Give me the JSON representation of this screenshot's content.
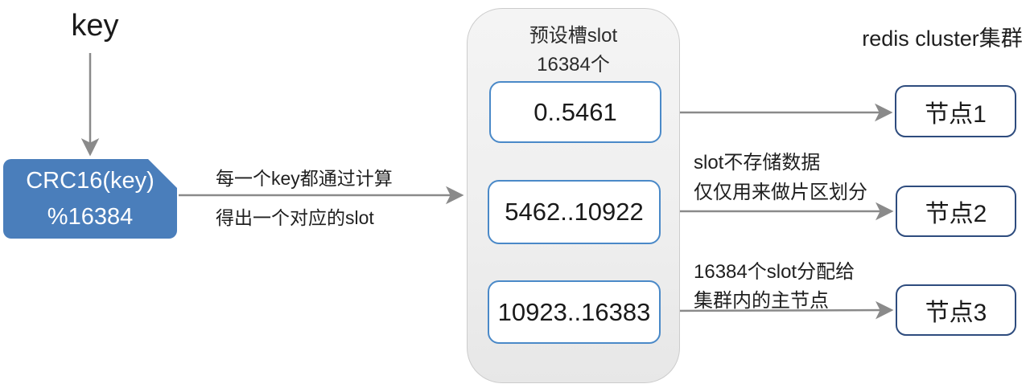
{
  "diagram": {
    "key_label": "key",
    "crc_box": {
      "line1": "CRC16(key)",
      "line2": "%16384"
    },
    "flow_note": {
      "line1": "每一个key都通过计算",
      "line2": "得出一个对应的slot"
    },
    "slot_container": {
      "title_line1": "预设槽slot",
      "title_line2": "16384个",
      "slots": [
        "0..5461",
        "5462..10922",
        "10923..16383"
      ]
    },
    "cluster_title": "redis cluster集群",
    "nodes": [
      "节点1",
      "节点2",
      "节点3"
    ],
    "notes": {
      "slot_note": {
        "line1": "slot不存储数据",
        "line2": "仅仅用来做片区划分"
      },
      "assign_note": {
        "line1": "16384个slot分配给",
        "line2": "集群内的主节点"
      }
    },
    "colors": {
      "crc_fill": "#4A7EBB",
      "slot_border": "#4A89C8",
      "node_border": "#2E4C7E",
      "arrow": "#8A8A8A"
    }
  }
}
